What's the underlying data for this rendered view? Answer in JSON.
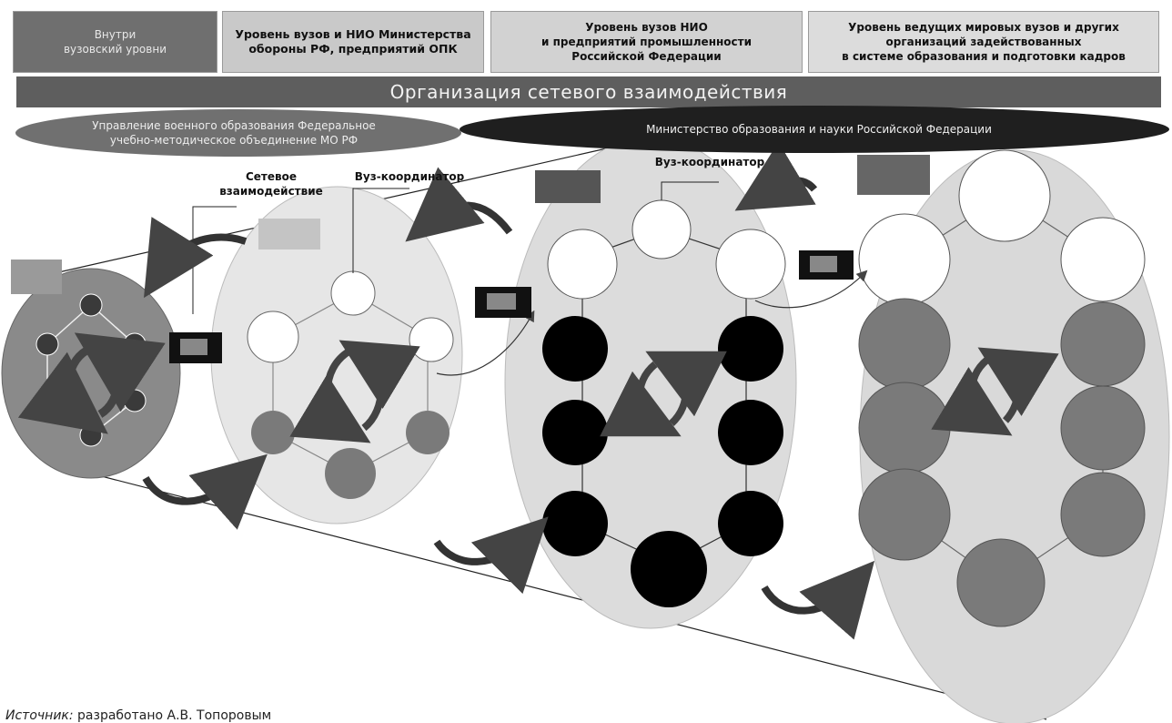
{
  "levels": {
    "internal": "Внутри\nвузовский уровни",
    "mo": "Уровень вузов и НИО Министерства\nобороны РФ, предприятий ОПК",
    "industry": "Уровень вузов НИО\nи предприятий промышленности\nРоссийской Федерации",
    "world": "Уровень ведущих мировых вузов и других\nорганизаций задействованных\nв системе образования и подготовки кадров"
  },
  "banner": "Организация сетевого взаимодействия",
  "ellipse_left": "Управление военного образования Федеральное\nучебно-методическое объединение МО РФ",
  "ellipse_right": "Министерство образования и науки Российской Федерации",
  "labels": {
    "network": "Сетевое\nвзаимодействие",
    "coordinator1": "Вуз-координатор",
    "coordinator2": "Вуз-координатор"
  },
  "source": {
    "prefix": "Источник:",
    "text": " разработано А.В. Топоровым"
  },
  "colors": {
    "dark": "#000000",
    "mid": "#7a7a7a",
    "light_fill": "#e2e2e2",
    "banner": "#5e5e5e"
  }
}
